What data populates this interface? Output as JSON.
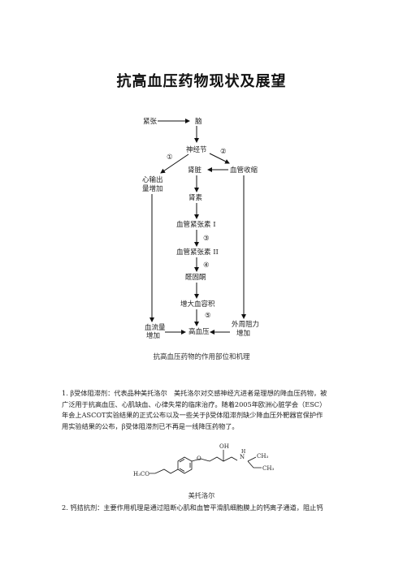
{
  "title": "抗高血压药物现状及展望",
  "diagram": {
    "nodes": {
      "tense": "紧张",
      "brain": "脑",
      "ganglion": "神经节",
      "kidney": "肾脏",
      "vasoconstriction": "血管收缩",
      "cardiac_output_1": "心输出",
      "cardiac_output_2": "量增加",
      "renin": "肾素",
      "angiotensin_1": "血管紧张素 I",
      "angiotensin_2": "血管紧张素 II",
      "aldosterone": "醛固酮",
      "volume": "增大血容积",
      "blood_flow_1": "血流量",
      "blood_flow_2": "增加",
      "hypertension": "高血压",
      "resistance_1": "外周阻力",
      "resistance_2": "增加"
    },
    "markers": [
      "①",
      "②",
      "③",
      "④",
      "⑤"
    ],
    "caption": "抗高血压药物的作用部位和机理"
  },
  "paragraph1_lines": [
    "1. β受体阻滞剂：代表品种美托洛尔　美托洛尔对交感神经亢进者是理想的降血压药物，被",
    "广泛用于抗高血压、心肌缺血、心律失常的临床治疗。随着2005年欧洲心脏学会（ESC）",
    "年会上ASCOT实验结果的正式公布以及一些关于β受体阻滞剂缺少降血压外靶器官保护作",
    "用实验结果的公布，β受体阻滞剂已不再是一线降压药物了。"
  ],
  "molecule": {
    "label_oh": "OH",
    "label_nh": "H",
    "label_n": "N",
    "label_ch3_a": "CH₃",
    "label_ch3_b": "CH₃",
    "label_h3co": "H₃CO",
    "caption": "美托洛尔"
  },
  "paragraph2_lines": [
    "2. 钙拮抗剂：主要作用机理是通过阻断心肌和血管平滑肌细胞膜上的钙离子通道，阻止钙"
  ]
}
